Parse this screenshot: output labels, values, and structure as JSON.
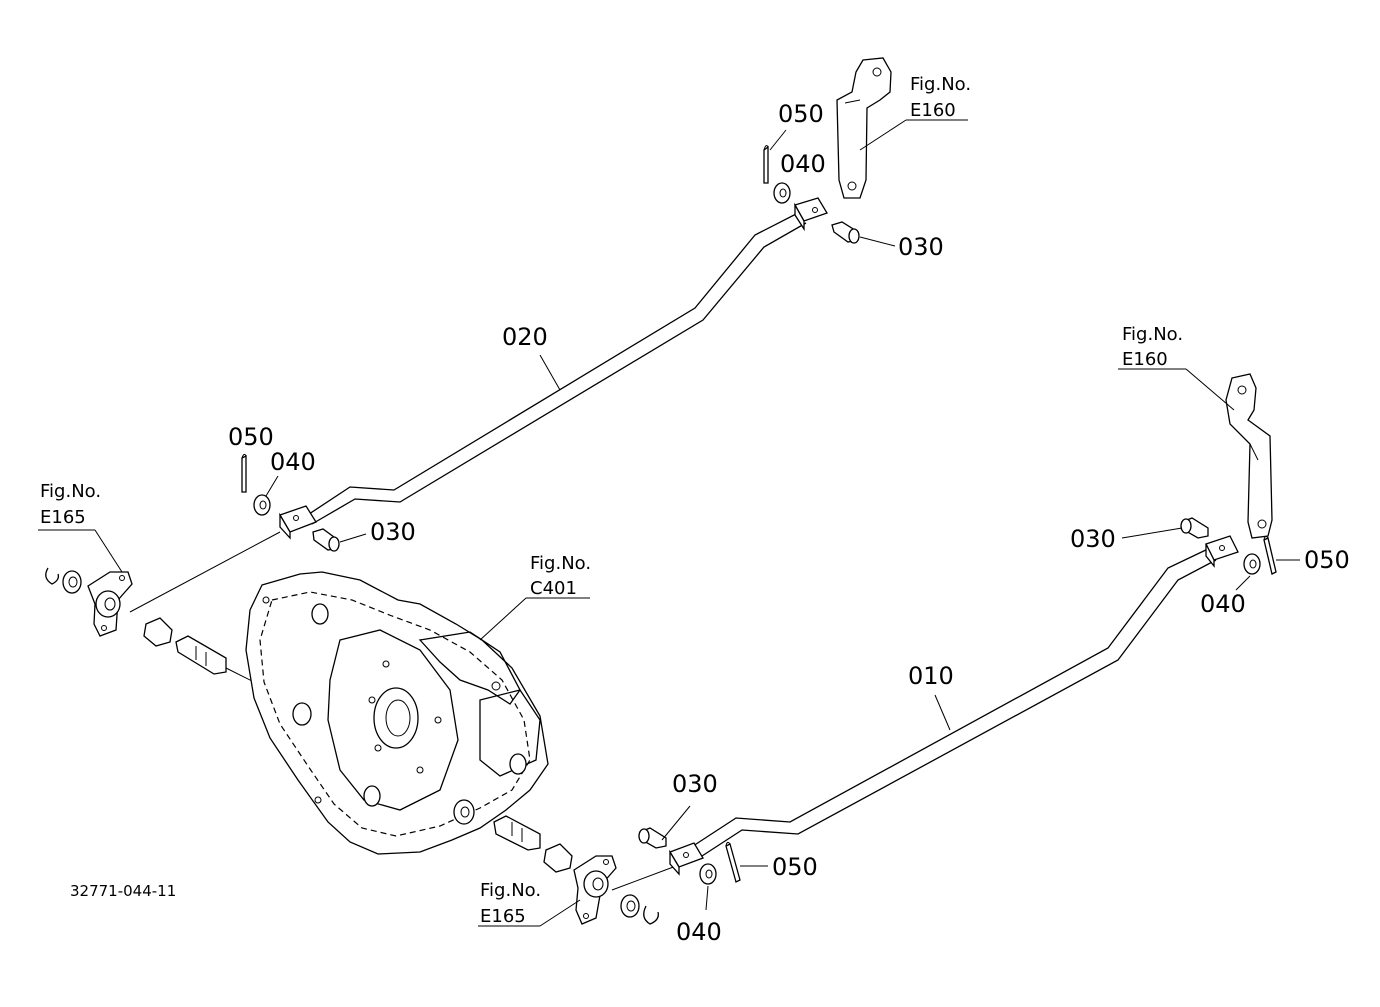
{
  "drawing_number": "32771-044-11",
  "rods": {
    "upper_label": "020",
    "lower_label": "010"
  },
  "upper_front": {
    "pin_label": "030",
    "washer_label": "040",
    "cotter_label": "050",
    "fig_ref": {
      "title": "Fig.No.",
      "number": "E160"
    }
  },
  "upper_rear": {
    "pin_label": "030",
    "washer_label": "040",
    "cotter_label": "050"
  },
  "left_bracket_ref": {
    "title": "Fig.No.",
    "number": "E165"
  },
  "housing_ref": {
    "title": "Fig.No.",
    "number": "C401"
  },
  "lower_front": {
    "pin_label": "030",
    "washer_label": "040",
    "cotter_label": "050",
    "fig_ref": {
      "title": "Fig.No.",
      "number": "E160"
    }
  },
  "lower_rear": {
    "pin_label": "030",
    "washer_label": "040",
    "cotter_label": "050"
  },
  "bottom_bracket_ref": {
    "title": "Fig.No.",
    "number": "E165"
  }
}
